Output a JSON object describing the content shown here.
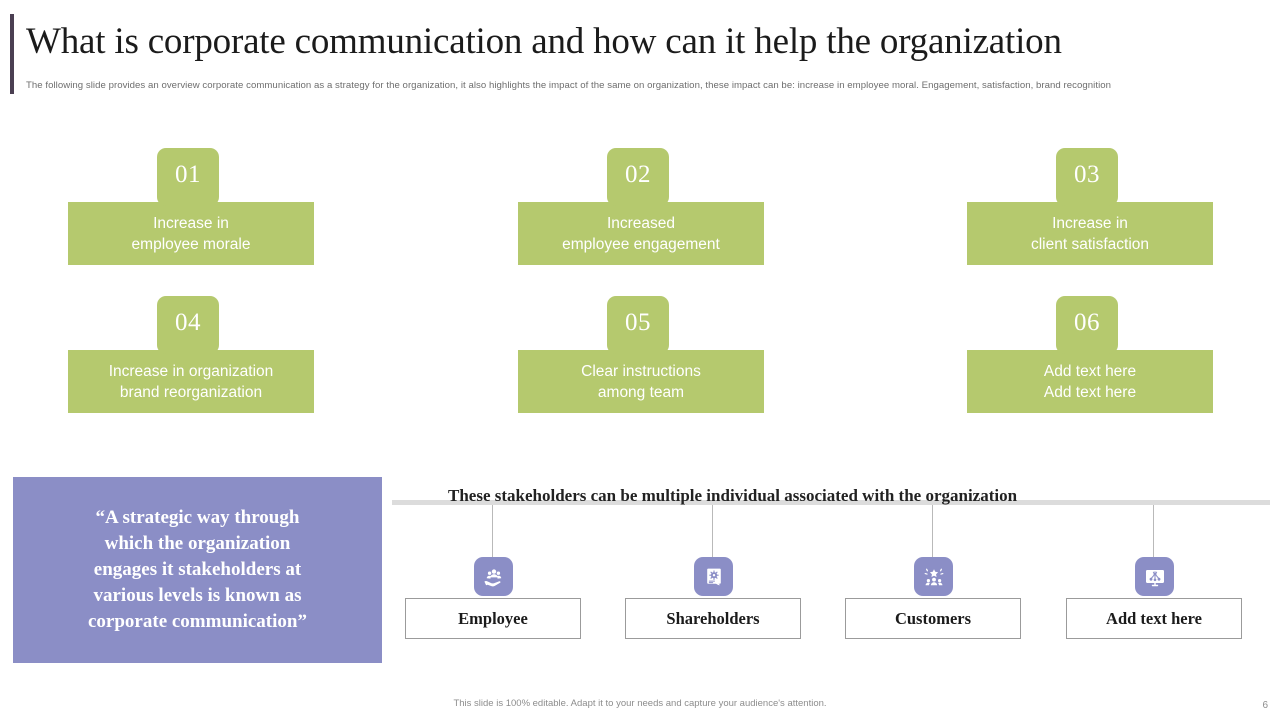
{
  "slide": {
    "title": "What is corporate communication and how can it help the organization",
    "subtitle": "The following slide provides an overview corporate communication as a strategy for the organization, it also highlights the impact of the same on organization, these impact can be: increase in employee moral. Engagement, satisfaction, brand recognition",
    "accent_green": "#b5c96e",
    "accent_purple": "#8b8ec6",
    "title_bar_color": "#4b3f52"
  },
  "cards": [
    {
      "number": "01",
      "text": "Increase in\nemployee morale"
    },
    {
      "number": "02",
      "text": "Increased\nemployee engagement"
    },
    {
      "number": "03",
      "text": "Increase in\nclient satisfaction"
    },
    {
      "number": "04",
      "text": "Increase in organization\nbrand reorganization"
    },
    {
      "number": "05",
      "text": "Clear instructions\namong team"
    },
    {
      "number": "06",
      "text": "Add text here\nAdd text here"
    }
  ],
  "quote": {
    "text": "“A strategic way through\nwhich the organization\nengages it stakeholders at\nvarious levels is known as\ncorporate communication”"
  },
  "stakeholders": {
    "heading": "These stakeholders can be multiple individual associated with the organization",
    "items": [
      {
        "label": "Employee",
        "icon": "hand-holding-people-icon"
      },
      {
        "label": "Shareholders",
        "icon": "certificate-document-icon"
      },
      {
        "label": "Customers",
        "icon": "people-star-group-icon"
      },
      {
        "label": "Add text here",
        "icon": "monitor-network-icon"
      }
    ]
  },
  "footer": {
    "note": "This slide is 100% editable. Adapt it to your needs and capture your audience's attention.",
    "page_number": "6"
  }
}
